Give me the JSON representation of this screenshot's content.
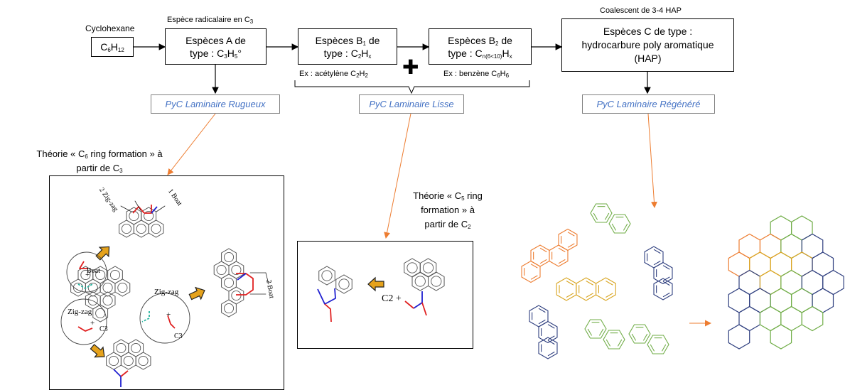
{
  "nodes": {
    "cyclohexane": {
      "label": "Cyclohexane",
      "formula_main": "C",
      "formula_sub1": "6",
      "formula_mid": "H",
      "formula_sub2": "12"
    },
    "species_a": {
      "caption": "Espèce radicalaire en C",
      "caption_sub": "3",
      "line1": "Espèces A de",
      "line2": "type : C",
      "sub1": "3",
      "mid": "H",
      "sub2": "5",
      "tail": "°"
    },
    "species_b1": {
      "line1": "Espèces B",
      "line1_sub": "1",
      "line1_tail": " de",
      "line2": "type : C",
      "sub1": "2",
      "mid": "H",
      "sub2": "x",
      "example": "Ex : acétylène C",
      "ex_sub1": "2",
      "ex_mid": "H",
      "ex_sub2": "2"
    },
    "species_b2": {
      "line1": "Espèces B",
      "line1_sub": "2",
      "line1_tail": " de",
      "line2": "type : C",
      "sub1": "n(6<10)",
      "mid": "H",
      "sub2": "x",
      "example": "Ex : benzène C",
      "ex_sub1": "6",
      "ex_mid": "H",
      "ex_sub2": "6"
    },
    "species_c": {
      "caption": "Coalescent de 3-4 HAP",
      "line1": "Espèces C de type :",
      "line2": "hydrocarbure poly aromatique",
      "line3": "(HAP)"
    }
  },
  "plus_sign": "✚",
  "pyc": {
    "rugueux": "PyC Laminaire Rugueux",
    "lisse": "PyC Laminaire Lisse",
    "regenere": "PyC Laminaire Régénéré"
  },
  "theories": {
    "c6": {
      "pre": "Théorie « C",
      "sub": "6",
      "post": " ring formation » à",
      "line2_pre": "partir de C",
      "line2_sub": "3"
    },
    "c5": {
      "pre": "Théorie « C",
      "sub": "5",
      "post": " ring",
      "line2": "formation » à",
      "line3_pre": "partir de C",
      "line3_sub": "2"
    }
  },
  "figure1_labels": {
    "zigzag_top": "2 Zig-zag",
    "boat_top": "1 Boat",
    "boat_left": "Boat",
    "zigzag_left": "Zig-zag",
    "zigzag_right": "Zig-zag",
    "c3_left": "C3",
    "c3_right": "C3",
    "boat_far_right": "2 Boat",
    "plus": "+"
  },
  "figure2_labels": {
    "c2": "C2 +"
  },
  "colors": {
    "arrow_orange": "#ed7d31",
    "pyc_blue": "#4472c4",
    "hap_orange": "#ed7d31",
    "hap_green": "#70ad47",
    "hap_navy": "#2f3f7f",
    "hap_gold": "#d9a521",
    "bond_red": "#e02020",
    "bond_blue": "#2020d0",
    "bond_teal": "#2ab5a0"
  }
}
